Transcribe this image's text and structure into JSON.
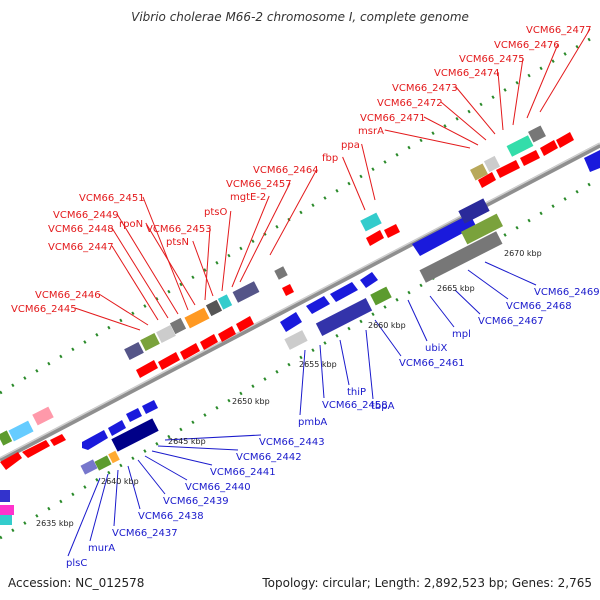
{
  "title": "Vibrio cholerae M66-2 chromosome I, complete genome",
  "footer": {
    "accession": "Accession: NC_012578",
    "topology": "Topology: circular; Length: 2,892,523 bp; Genes: 2,765"
  },
  "scale_ticks": [
    "2635 kbp",
    "2640 kbp",
    "2645 kbp",
    "2650 kbp",
    "2655 kbp",
    "2660 kbp",
    "2665 kbp",
    "2670 kbp"
  ],
  "top_labels": [
    "VCM66_2445",
    "VCM66_2446",
    "VCM66_2447",
    "VCM66_2448",
    "VCM66_2449",
    "VCM66_2451",
    "rpoN",
    "VCM66_2453",
    "ptsN",
    "ptsO",
    "mgtE-2",
    "VCM66_2457",
    "VCM66_2464",
    "fbp",
    "ppa",
    "msrA",
    "VCM66_2471",
    "VCM66_2472",
    "VCM66_2473",
    "VCM66_2474",
    "VCM66_2475",
    "VCM66_2476",
    "VCM66_2477"
  ],
  "bottom_labels": [
    "plsC",
    "murA",
    "VCM66_2437",
    "VCM66_2438",
    "VCM66_2439",
    "VCM66_2440",
    "VCM66_2441",
    "VCM66_2442",
    "VCM66_2443",
    "pmbA",
    "VCM66_2458",
    "thiP",
    "tbpA",
    "VCM66_2461",
    "ubiX",
    "mpl",
    "VCM66_2467",
    "VCM66_2468",
    "VCM66_2469"
  ],
  "colors": {
    "top_label": "#e31a1c",
    "bottom_label": "#1a1acc",
    "forward_cds": "#ff0000",
    "reverse_cds": "#0000ee",
    "backbone": "#999999",
    "dots": "#2a8a2a"
  }
}
